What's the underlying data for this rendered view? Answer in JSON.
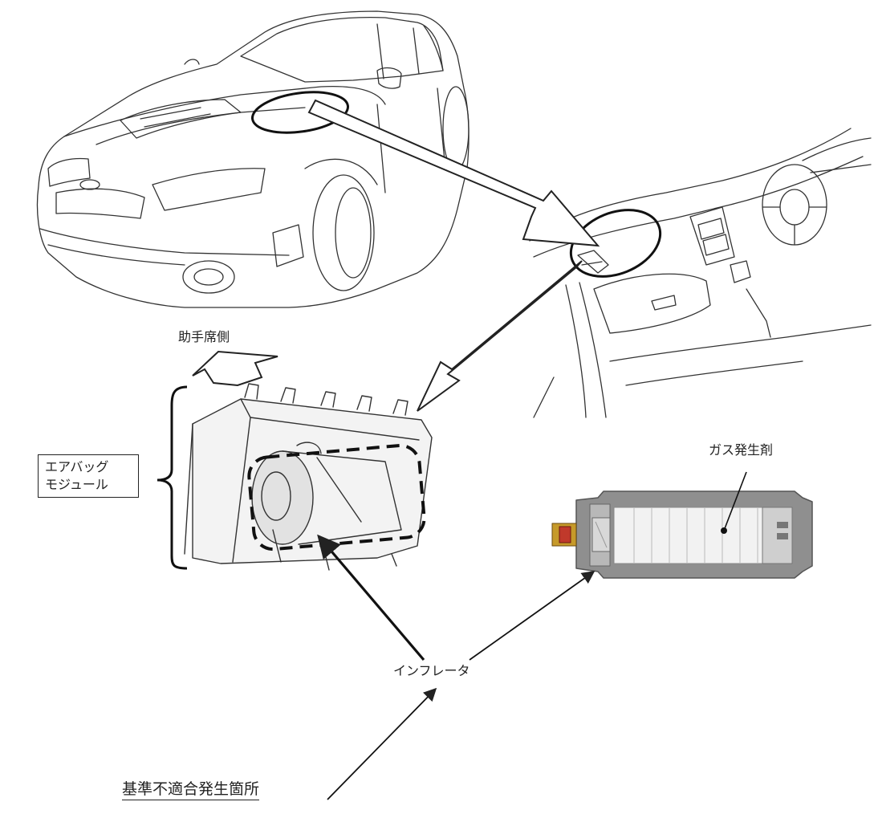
{
  "labels": {
    "passenger_side": "助手席側",
    "airbag_module_line1": "エアバッグ",
    "airbag_module_line2": "モジュール",
    "gas_generant": "ガス発生剤",
    "inflator": "インフレータ",
    "nonconformity_location": "基準不適合発生箇所"
  },
  "colors": {
    "line": "#222222",
    "background": "#ffffff"
  }
}
